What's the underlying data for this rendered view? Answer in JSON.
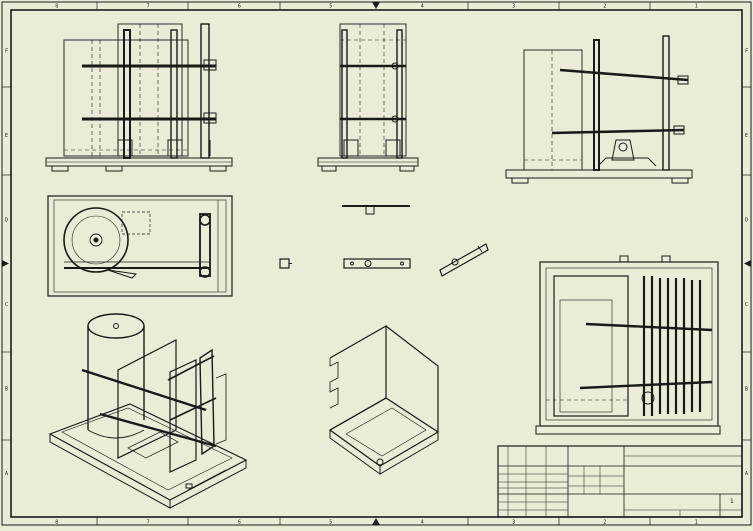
{
  "sheet": {
    "background": "#ecebd8",
    "line_color": "#1a1a1a",
    "zone_columns": [
      "8",
      "7",
      "6",
      "5",
      "4",
      "3",
      "2",
      "1"
    ],
    "zone_rows": [
      "F",
      "E",
      "D",
      "C",
      "B",
      "A"
    ]
  },
  "views": [
    {
      "name": "front-view"
    },
    {
      "name": "side-view"
    },
    {
      "name": "right-side-view"
    },
    {
      "name": "top-view"
    },
    {
      "name": "detail-bracket"
    },
    {
      "name": "right-elevation"
    },
    {
      "name": "isometric-assembly"
    },
    {
      "name": "isometric-bracket"
    }
  ],
  "title_block": {
    "sheet_no": "1"
  }
}
